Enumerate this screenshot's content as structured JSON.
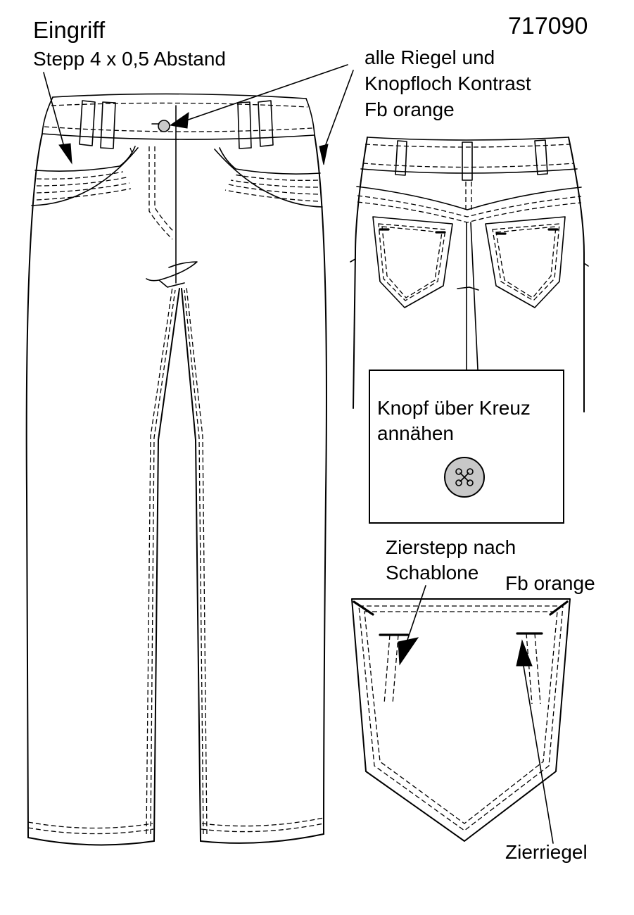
{
  "sheet": {
    "style_number": "717090"
  },
  "labels": {
    "pocket_opening_title": "Eingriff",
    "pocket_opening_stitch": "Stepp 4 x 0,5 Abstand",
    "bartack_line1": "alle Riegel und",
    "bartack_line2": "Knopfloch Kontrast",
    "bartack_line3": "Fb orange",
    "button_line1": "Knopf über Kreuz",
    "button_line2": "annähen",
    "deco_stitch_line1": "Zierstepp nach",
    "deco_stitch_line2": "Schablone",
    "deco_color": "Fb orange",
    "deco_bartack": "Zierriegel"
  },
  "colors": {
    "line": "#000000",
    "button_fill": "#c8c8c8",
    "background": "#ffffff"
  }
}
